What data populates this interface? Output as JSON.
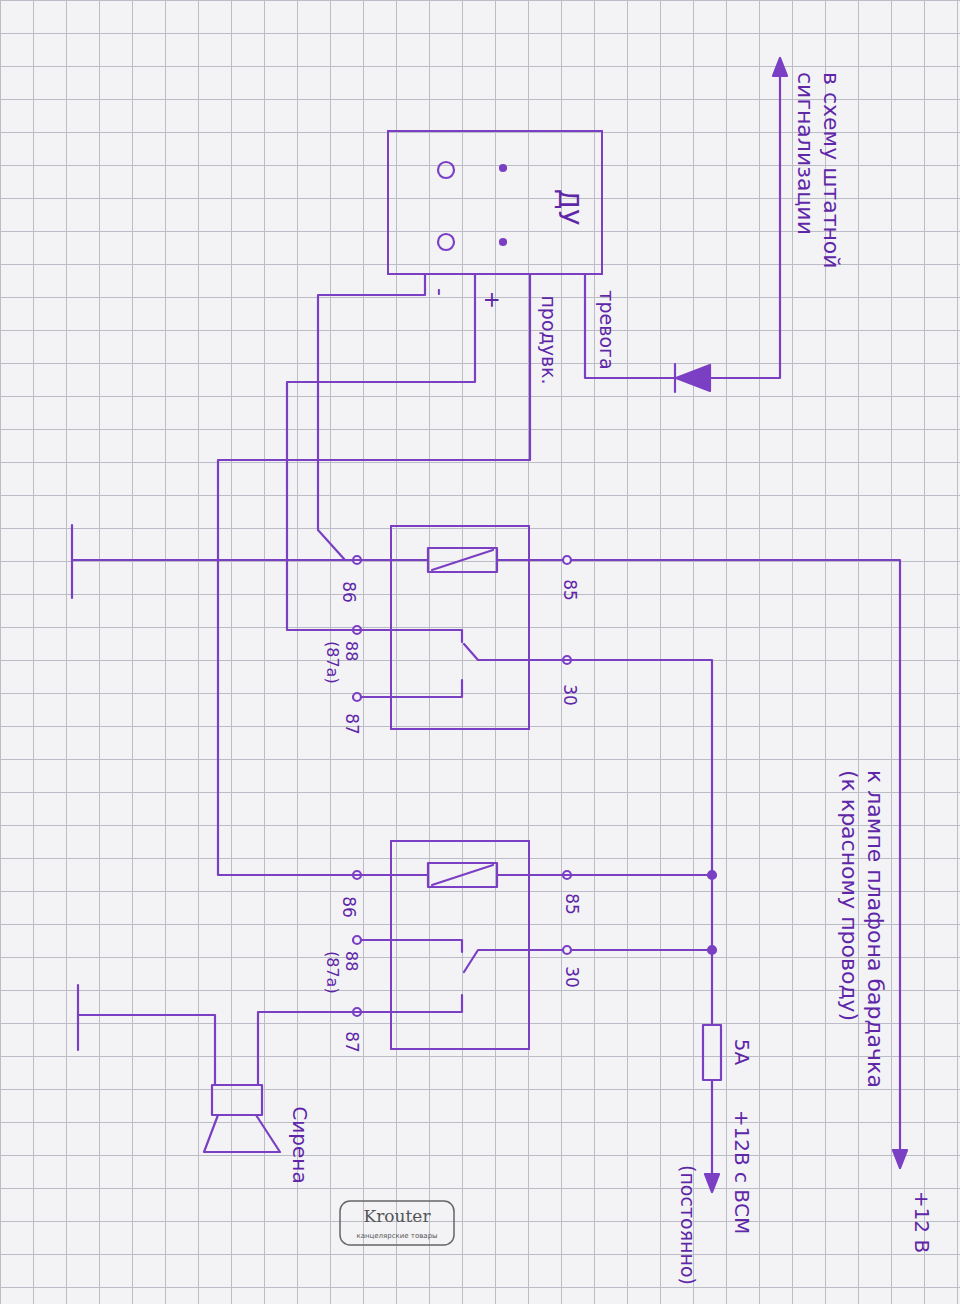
{
  "diagram": {
    "nodes": [
      {
        "text": [
          "ДУ"
        ]
      },
      {
        "text": [
          "86",
          "88 (87а)",
          "87",
          "85",
          "30"
        ]
      },
      {
        "text": [
          "86",
          "88 (87а)",
          "87",
          "85",
          "30"
        ]
      },
      {
        "text": [
          "Сирена"
        ]
      }
    ],
    "edges": [
      {
        "from": 0,
        "to": 1,
        "arrow": "none"
      },
      {
        "from": 0,
        "to": 1,
        "arrow": "none"
      },
      {
        "from": 0,
        "to": 2,
        "arrow": "none"
      },
      {
        "from": 1,
        "to": 2,
        "arrow": "none"
      },
      {
        "from": 2,
        "to": 3,
        "arrow": "none"
      }
    ],
    "labels": [
      "-",
      "+",
      "продувк.",
      "тревога",
      "в схему штатной сигнализации",
      "к лампе плафона бардачка (к красному проводу)",
      "+12 В",
      "5А",
      "+12В с ВСМ",
      "(постоянно)",
      "Krouter",
      "канцелярские товары"
    ]
  }
}
